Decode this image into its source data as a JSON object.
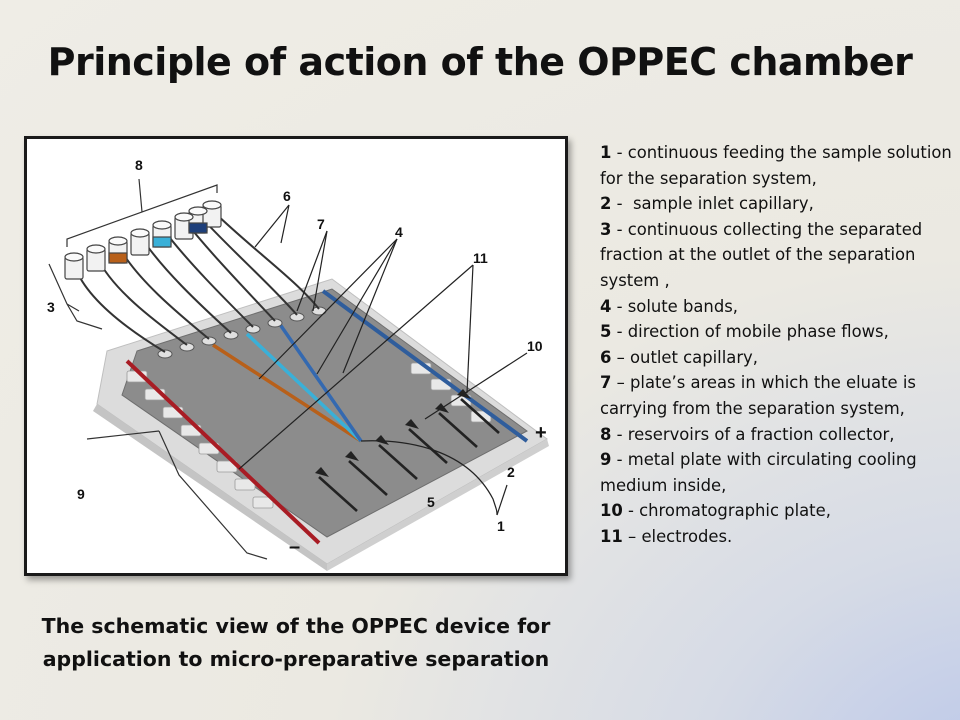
{
  "title": "Principle of action of the OPPEC chamber",
  "caption": "The schematic view of the OPPEC device for application to micro-preparative separation",
  "legend": [
    {
      "num": "1",
      "sep": " - ",
      "text": "continuous feeding the sample solution for the separation system,"
    },
    {
      "num": "2",
      "sep": " -  ",
      "text": "sample inlet capillary,"
    },
    {
      "num": "3",
      "sep": " - ",
      "text": "continuous collecting the separated fraction at the outlet of the separation system ,"
    },
    {
      "num": "4",
      "sep": " - ",
      "text": "solute bands,"
    },
    {
      "num": "5",
      "sep": " - ",
      "text": "direction of mobile phase flows,"
    },
    {
      "num": "6",
      "sep": " – ",
      "text": "outlet capillary,"
    },
    {
      "num": "7",
      "sep": " – ",
      "text": "plate’s areas in which the eluate is carrying from the separation system,"
    },
    {
      "num": "8",
      "sep": " - ",
      "text": "reservoirs of a fraction collector,"
    },
    {
      "num": "9",
      "sep": " - ",
      "text": "metal plate with circulating cooling medium inside,"
    },
    {
      "num": "10",
      "sep": " - ",
      "text": "chromatographic plate,"
    },
    {
      "num": "11",
      "sep": " – ",
      "text": "electrodes."
    }
  ],
  "diagram": {
    "labels": {
      "l1": "1",
      "l2": "2",
      "l3": "3",
      "l4": "4",
      "l5": "5",
      "l6": "6",
      "l7": "7",
      "l8": "8",
      "l9": "9",
      "l10": "10",
      "l11": "11",
      "plus": "+",
      "minus": "–"
    },
    "colors": {
      "frame_border": "#1a1a1a",
      "plate": "#8c8c8c",
      "metal_plate": "#d9d9d9",
      "red_electrode": "#a81c24",
      "blue_electrode": "#2f5d9c",
      "orange_band": "#b8601a",
      "cyan_band": "#3ab0d8",
      "blue_band": "#3469b0",
      "navy_band": "#1e3f7a"
    }
  }
}
